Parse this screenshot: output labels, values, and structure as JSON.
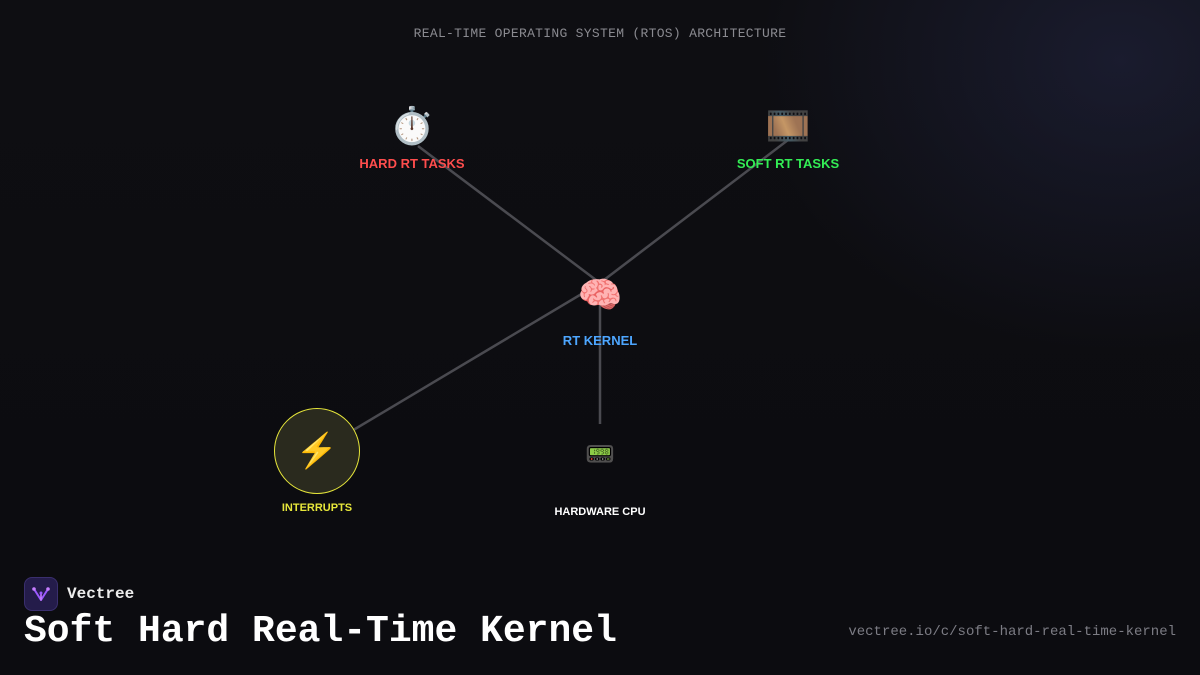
{
  "diagram": {
    "title": "REAL-TIME OPERATING SYSTEM (RTOS) ARCHITECTURE",
    "nodes": {
      "hard_rt": {
        "label": "HARD RT TASKS",
        "icon": "stopwatch-icon",
        "glyph": "⏱️",
        "color": "#ff4d4d"
      },
      "soft_rt": {
        "label": "SOFT RT TASKS",
        "icon": "film-strip-icon",
        "glyph": "🎞️",
        "color": "#33ee55"
      },
      "kernel": {
        "label": "RT KERNEL",
        "icon": "brain-icon",
        "glyph": "🧠",
        "color": "#4da6ff"
      },
      "interrupts": {
        "label": "INTERRUPTS",
        "icon": "lightning-icon",
        "glyph": "⚡",
        "color": "#e6e63a"
      },
      "cpu": {
        "label": "HARDWARE CPU",
        "icon": "pager-icon",
        "glyph": "📟",
        "color": "#ffffff"
      }
    },
    "edges": [
      [
        "kernel",
        "hard_rt"
      ],
      [
        "kernel",
        "soft_rt"
      ],
      [
        "kernel",
        "interrupts"
      ],
      [
        "kernel",
        "cpu"
      ]
    ],
    "edge_color": "#4a4a50"
  },
  "footer": {
    "brand": "Vectree",
    "brand_icon": "vectree-logo-icon",
    "title": "Soft Hard Real-Time Kernel",
    "url": "vectree.io/c/soft-hard-real-time-kernel"
  }
}
